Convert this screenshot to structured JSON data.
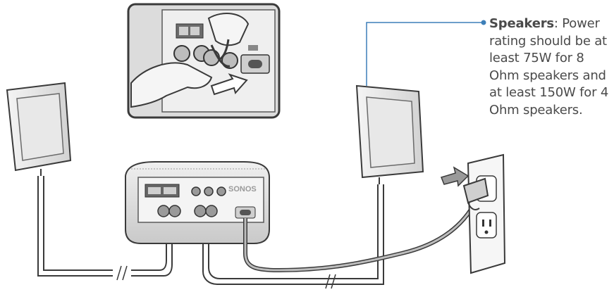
{
  "callout": {
    "title": "Speakers",
    "separator": ": ",
    "body": "Power rating should be at least 75W for 8 Ohm speakers and at least 150W for 4 Ohm speakers."
  },
  "brand_mark": "SONOS",
  "colors": {
    "leader_line": "#3d7fb8",
    "line_art": "#3a3a3a",
    "panel_gray": "#8a8a8a",
    "speaker_fill": "#ececec",
    "arrow_fill": "#9a9a9a"
  },
  "icons": {
    "inset": "hand-connecting-wire-icon",
    "speaker": "wall-speaker-icon",
    "amp": "sonos-connect-amp-icon",
    "outlet": "wall-outlet-icon",
    "plug": "power-plug-icon"
  }
}
